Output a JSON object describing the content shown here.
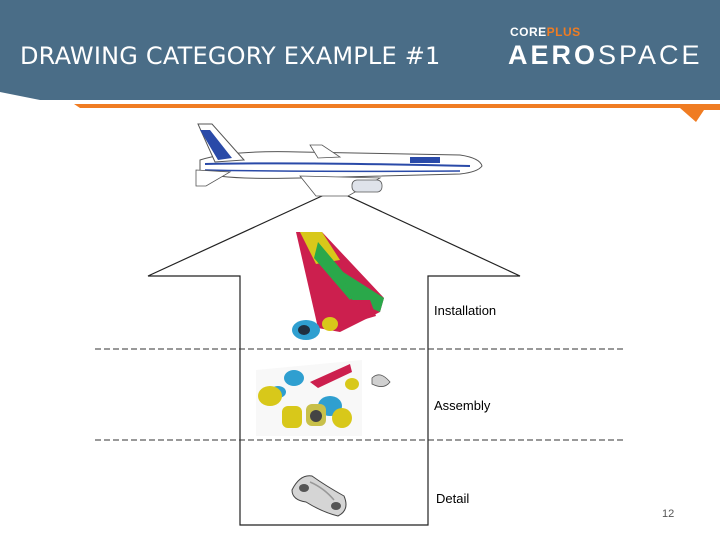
{
  "slide": {
    "title": "DRAWING CATEGORY EXAMPLE #1",
    "page_number": "12"
  },
  "logo": {
    "line1_a": "CORE",
    "line1_b": "PLUS",
    "line2_a": "AERO",
    "line2_b": "SPACE"
  },
  "levels": {
    "installation": "Installation",
    "assembly": "Assembly",
    "detail": "Detail"
  },
  "colors": {
    "header_bg": "#4a6d87",
    "accent": "#f07c22"
  },
  "icons": [
    "airplane-illustration",
    "wing-installation-illustration",
    "exploded-assembly-illustration",
    "bracket-detail-illustration",
    "upward-arrow"
  ]
}
